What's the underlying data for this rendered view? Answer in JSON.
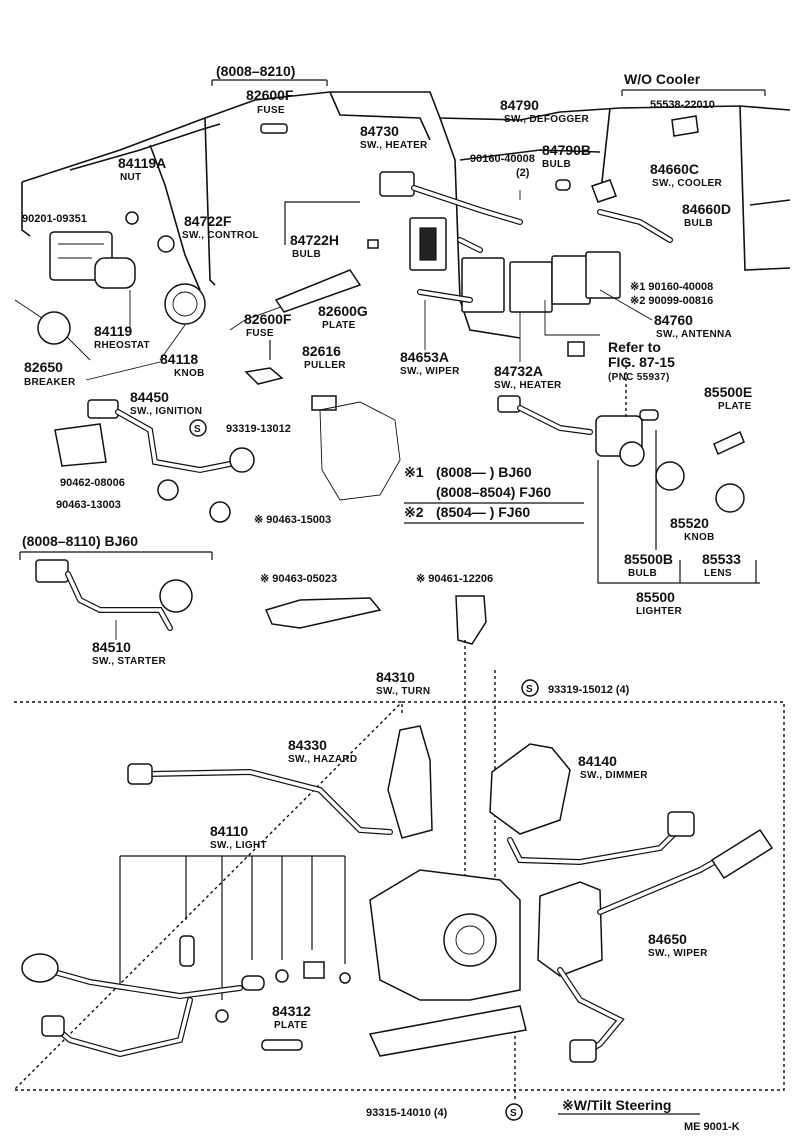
{
  "diagram": {
    "code": "ME 9001-K",
    "groups": {
      "fuse_range": "(8008–8210)",
      "wo_cooler": "W/O Cooler",
      "starter_range": "(8008–8110) BJ60",
      "note1_label": "※1",
      "note1_bj60": "(8008—        ) BJ60",
      "note1_fj60": "(8008–8504) FJ60",
      "note2_label": "※2",
      "note2_fj60": "(8504—        ) FJ60",
      "tilt": "※W/Tilt Steering",
      "refer_to": "Refer to",
      "refer_fig": "FIG. 87-15",
      "refer_pnc": "(PNC 55937)"
    },
    "parts": {
      "p82600F_a": "82600F",
      "fuse_a": "FUSE",
      "p84119A": "84119A",
      "nut": "NUT",
      "p90201_09351": "90201-09351",
      "p84722F": "84722F",
      "control": "SW., CONTROL",
      "p84722H": "84722H",
      "bulb_h": "BULB",
      "p84119": "84119",
      "rheostat": "RHEOSTAT",
      "p82650": "82650",
      "breaker": "BREAKER",
      "p84118": "84118",
      "knob_118": "KNOB",
      "p82600F_b": "82600F",
      "fuse_b": "FUSE",
      "p82616": "82616",
      "puller": "PULLER",
      "p82600G": "82600G",
      "plate_g": "PLATE",
      "p84730": "84730",
      "heater_sw": "SW., HEATER",
      "p84790": "84790",
      "defogger": "SW., DEFOGGER",
      "p90160_40008": "90160-40008",
      "qty2": "(2)",
      "p84790B": "84790B",
      "bulb_790b": "BULB",
      "p55538_22010": "55538-22010",
      "p84660C": "84660C",
      "cooler": "SW., COOLER",
      "p84660D": "84660D",
      "bulb_660d": "BULB",
      "n1_90160_40008": "※1 90160-40008",
      "n2_290099_00816": "※2 90099-00816",
      "p84760": "84760",
      "antenna": "SW., ANTENNA",
      "p84653A": "84653A",
      "wiper_sw": "SW., WIPER",
      "p84732A": "84732A",
      "heater_sw2": "SW., HEATER",
      "p84450": "84450",
      "ignition": "SW., IGNITION",
      "p93319_13012": "93319-13012",
      "p90462_08006": "90462-08006",
      "p90463_13003": "90463-13003",
      "p90463_15003": "※ 90463-15003",
      "p85500E": "85500E",
      "plate_e": "PLATE",
      "p85520": "85520",
      "knob_520": "KNOB",
      "p85500B": "85500B",
      "bulb_500b": "BULB",
      "p85533": "85533",
      "lens": "LENS",
      "p85500": "85500",
      "lighter": "LIGHTER",
      "p90463_05023": "※ 90463-05023",
      "p90461_12206": "※ 90461-12206",
      "p84510": "84510",
      "starter": "SW., STARTER",
      "p84310": "84310",
      "turn": "SW., TURN",
      "p93319_15012": "93319-15012 (4)",
      "p84330": "84330",
      "hazard": "SW., HAZARD",
      "p84140": "84140",
      "dimmer": "SW., DIMMER",
      "p84110": "84110",
      "light": "SW., LIGHT",
      "p84650": "84650",
      "wiper_650": "SW., WIPER",
      "p84312": "84312",
      "plate_312": "PLATE",
      "p93315_14010": "93315-14010 (4)",
      "s_mark": "S"
    }
  }
}
